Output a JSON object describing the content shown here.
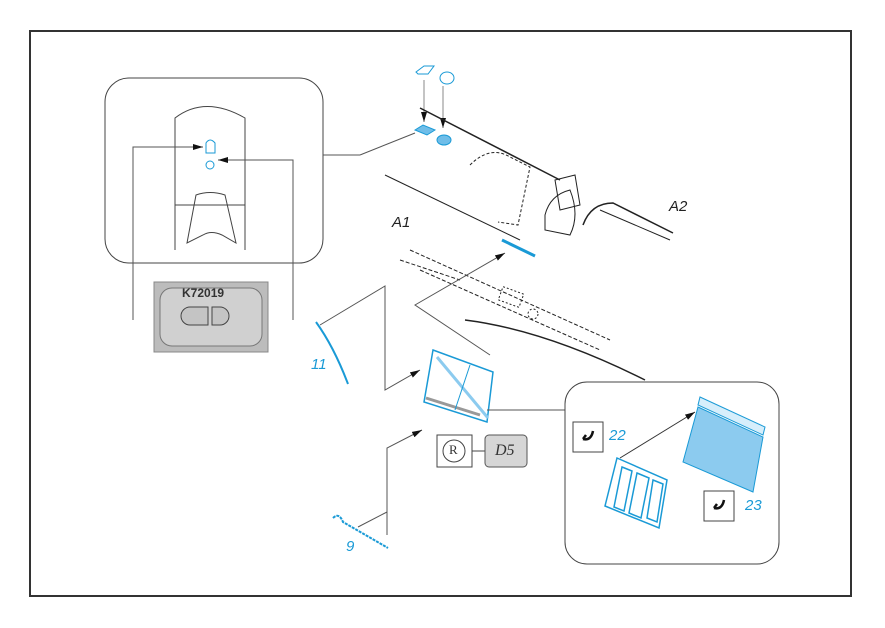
{
  "diagram": {
    "kit_code": "K72019",
    "part_labels": {
      "a1": "A1",
      "a2": "A2"
    },
    "parts": [
      {
        "id": "part-11",
        "number": "11"
      },
      {
        "id": "part-9",
        "number": "9"
      },
      {
        "id": "part-22",
        "number": "22"
      },
      {
        "id": "part-23",
        "number": "23"
      }
    ],
    "badges": {
      "resin_symbol": "R",
      "reference": "D5"
    },
    "colors": {
      "etch_blue": "#1a9ad6",
      "fill_blue": "#8ccbef",
      "line": "#333333",
      "gray": "#aaaaaa"
    }
  }
}
